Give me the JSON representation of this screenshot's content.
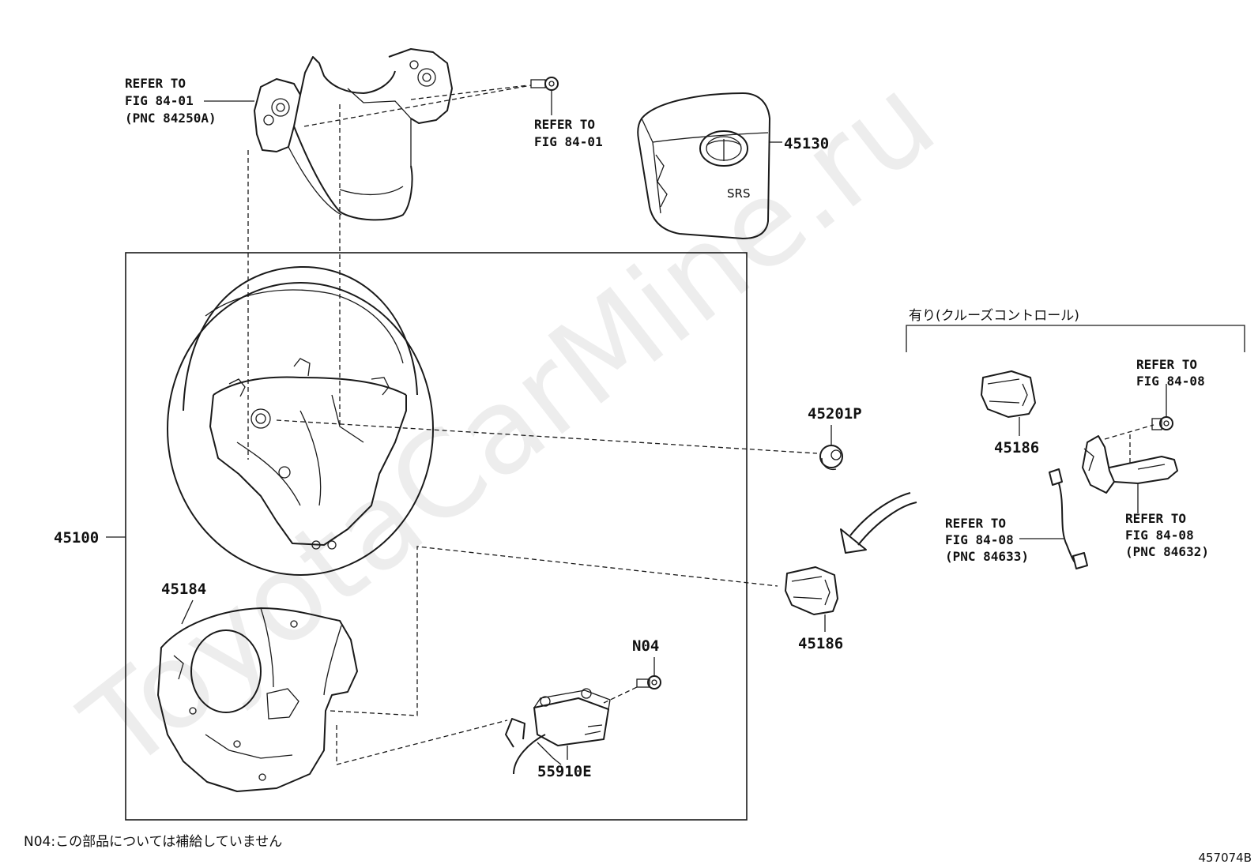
{
  "watermark": "ToyotaCarMine.ru",
  "figure_id": "457074B",
  "footnote": "N04:この部品については補給していません",
  "option_header": "有り(クルーズコントロール)",
  "parts": {
    "p45130": "45130",
    "p45100": "45100",
    "p45201p": "45201P",
    "p45184": "45184",
    "n04": "N04",
    "p55910e": "55910E",
    "p45186_main": "45186",
    "p45186_opt": "45186"
  },
  "refs": {
    "top_left": [
      "REFER TO",
      "FIG 84-01",
      "(PNC 84250A)"
    ],
    "top_bolt": [
      "REFER TO",
      "FIG 84-01"
    ],
    "opt_bolt": [
      "REFER TO",
      "FIG 84-08"
    ],
    "opt_harness": [
      "REFER TO",
      "FIG 84-08",
      "(PNC 84633)"
    ],
    "opt_switch": [
      "REFER TO",
      "FIG 84-08",
      "(PNC 84632)"
    ]
  }
}
